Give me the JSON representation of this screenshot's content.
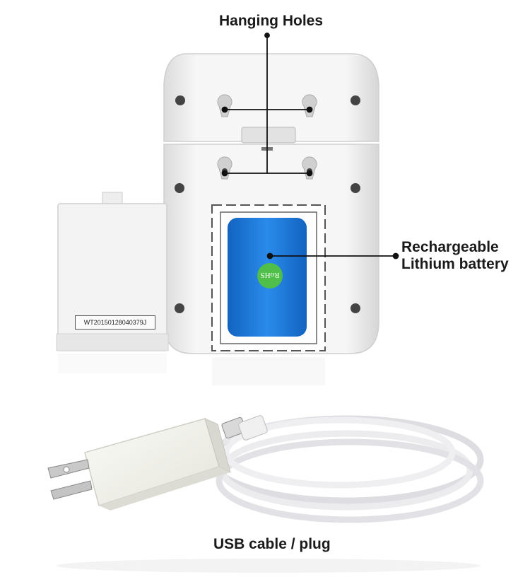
{
  "labels": {
    "hanging_holes": "Hanging Holes",
    "battery_line1": "Rechargeable",
    "battery_line2": "Lithium battery",
    "usb": "USB cable / plug"
  },
  "device": {
    "serial": "WT20150128040379J",
    "battery_mark": "RoHS"
  },
  "colors": {
    "device_body": "#f4f4f4",
    "battery": "#1b7ad8",
    "rohs_badge": "#4fbf4a",
    "pointer": "#111111"
  }
}
